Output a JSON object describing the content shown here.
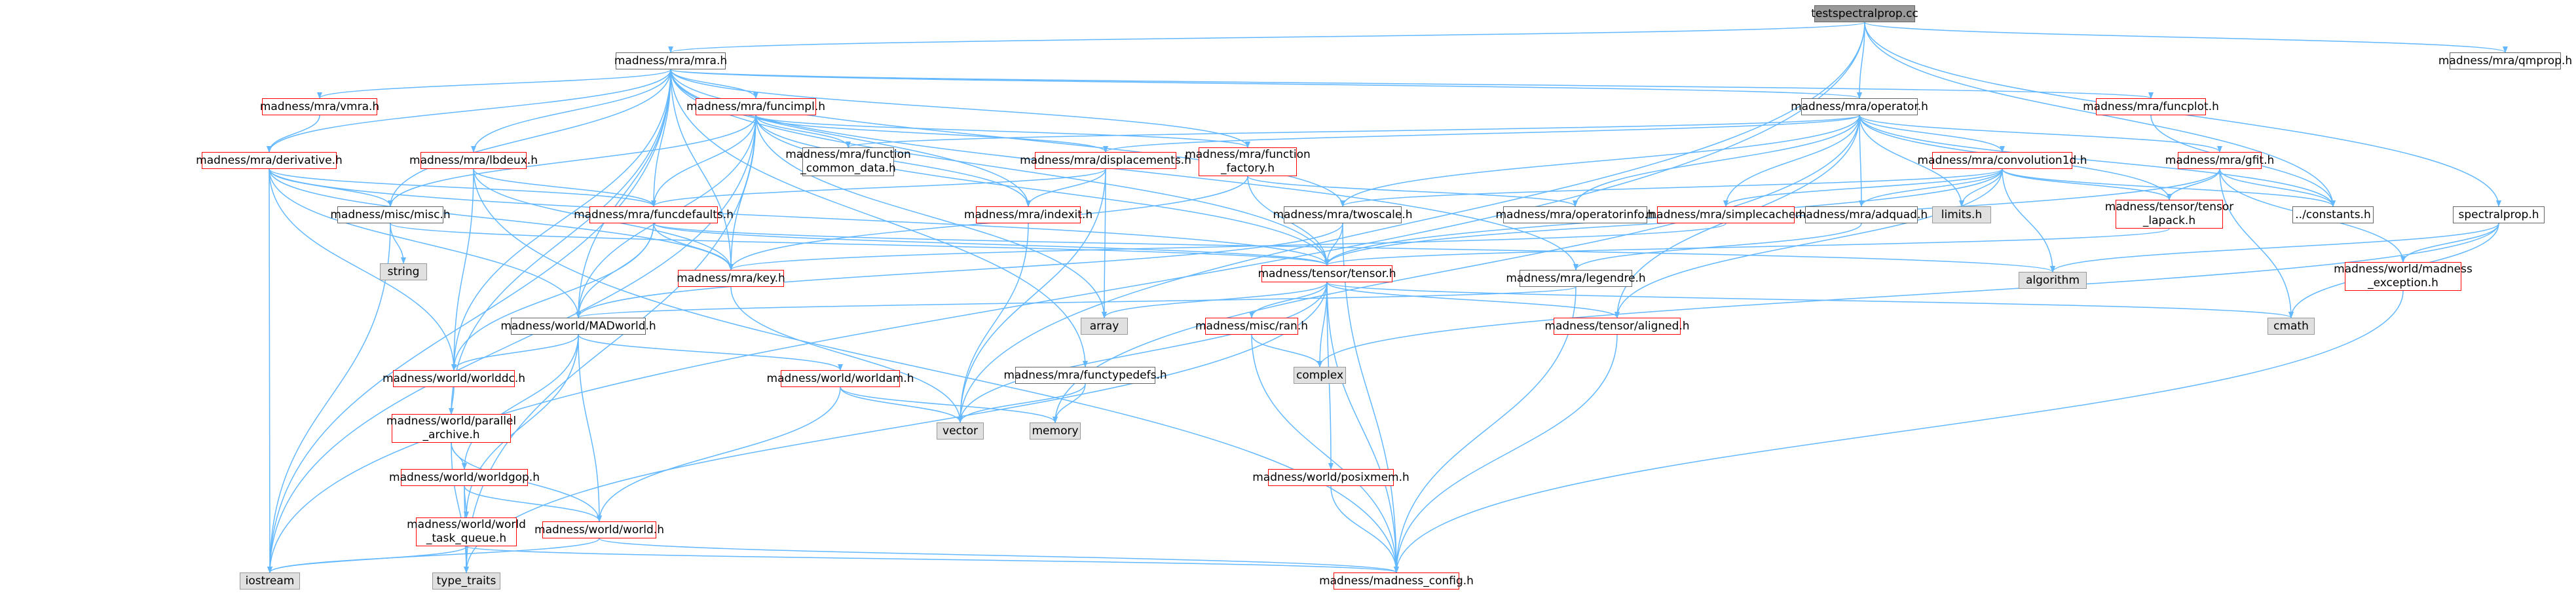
{
  "colors": {
    "edge": "#63b8ff",
    "incomplete_border": "#ff0000",
    "documented_border": "#666666",
    "system_fill": "#e0e0e0",
    "root_fill": "#999999"
  },
  "graph": {
    "nodes": [
      {
        "id": "root",
        "label": "testspectralprop.cc",
        "kind": "root"
      },
      {
        "id": "mra",
        "label": "madness/mra/mra.h",
        "kind": "doc"
      },
      {
        "id": "qmprop",
        "label": "madness/mra/qmprop.h",
        "kind": "doc"
      },
      {
        "id": "vmra",
        "label": "madness/mra/vmra.h",
        "kind": "inc"
      },
      {
        "id": "funcimpl",
        "label": "madness/mra/funcimpl.h",
        "kind": "inc"
      },
      {
        "id": "operator",
        "label": "madness/mra/operator.h",
        "kind": "doc"
      },
      {
        "id": "funcplot",
        "label": "madness/mra/funcplot.h",
        "kind": "inc"
      },
      {
        "id": "derivative",
        "label": "madness/mra/derivative.h",
        "kind": "inc"
      },
      {
        "id": "lbdeux",
        "label": "madness/mra/lbdeux.h",
        "kind": "inc"
      },
      {
        "id": "common",
        "label": "madness/mra/function\n_common_data.h",
        "kind": "doc"
      },
      {
        "id": "displacements",
        "label": "madness/mra/displacements.h",
        "kind": "inc"
      },
      {
        "id": "factory",
        "label": "madness/mra/function\n_factory.h",
        "kind": "inc"
      },
      {
        "id": "conv1d",
        "label": "madness/mra/convolution1d.h",
        "kind": "inc"
      },
      {
        "id": "gfit",
        "label": "madness/mra/gfit.h",
        "kind": "inc"
      },
      {
        "id": "misc",
        "label": "madness/misc/misc.h",
        "kind": "doc"
      },
      {
        "id": "funcdefaults",
        "label": "madness/mra/funcdefaults.h",
        "kind": "inc"
      },
      {
        "id": "indexit",
        "label": "madness/mra/indexit.h",
        "kind": "inc"
      },
      {
        "id": "twoscale",
        "label": "madness/mra/twoscale.h",
        "kind": "doc"
      },
      {
        "id": "opinfo",
        "label": "madness/mra/operatorinfo.h",
        "kind": "doc"
      },
      {
        "id": "simplecache",
        "label": "madness/mra/simplecache.h",
        "kind": "inc"
      },
      {
        "id": "adquad",
        "label": "madness/mra/adquad.h",
        "kind": "doc"
      },
      {
        "id": "limits",
        "label": "limits.h",
        "kind": "sys"
      },
      {
        "id": "lapack",
        "label": "madness/tensor/tensor\n_lapack.h",
        "kind": "inc"
      },
      {
        "id": "constants",
        "label": "../constants.h",
        "kind": "doc"
      },
      {
        "id": "spectralprop",
        "label": "spectralprop.h",
        "kind": "doc"
      },
      {
        "id": "string",
        "label": "string",
        "kind": "sys"
      },
      {
        "id": "key",
        "label": "madness/mra/key.h",
        "kind": "inc"
      },
      {
        "id": "tensor",
        "label": "madness/tensor/tensor.h",
        "kind": "inc"
      },
      {
        "id": "legendre",
        "label": "madness/mra/legendre.h",
        "kind": "doc"
      },
      {
        "id": "algorithm",
        "label": "algorithm",
        "kind": "sys"
      },
      {
        "id": "madexc",
        "label": "madness/world/madness\n_exception.h",
        "kind": "inc"
      },
      {
        "id": "madworld",
        "label": "madness/world/MADworld.h",
        "kind": "doc"
      },
      {
        "id": "array",
        "label": "array",
        "kind": "sys"
      },
      {
        "id": "ran",
        "label": "madness/misc/ran.h",
        "kind": "inc"
      },
      {
        "id": "aligned",
        "label": "madness/tensor/aligned.h",
        "kind": "inc"
      },
      {
        "id": "cmath",
        "label": "cmath",
        "kind": "sys"
      },
      {
        "id": "worlddc",
        "label": "madness/world/worlddc.h",
        "kind": "inc"
      },
      {
        "id": "worldam",
        "label": "madness/world/worldam.h",
        "kind": "inc"
      },
      {
        "id": "functypedefs",
        "label": "madness/mra/functypedefs.h",
        "kind": "doc"
      },
      {
        "id": "complex",
        "label": "complex",
        "kind": "sys"
      },
      {
        "id": "vector",
        "label": "vector",
        "kind": "sys"
      },
      {
        "id": "memory",
        "label": "memory",
        "kind": "sys"
      },
      {
        "id": "parallel",
        "label": "madness/world/parallel\n_archive.h",
        "kind": "inc"
      },
      {
        "id": "worldgop",
        "label": "madness/world/worldgop.h",
        "kind": "inc"
      },
      {
        "id": "posixmem",
        "label": "madness/world/posixmem.h",
        "kind": "inc"
      },
      {
        "id": "taskq",
        "label": "madness/world/world\n_task_queue.h",
        "kind": "inc"
      },
      {
        "id": "world",
        "label": "madness/world/world.h",
        "kind": "inc"
      },
      {
        "id": "iostream",
        "label": "iostream",
        "kind": "sys"
      },
      {
        "id": "typetraits",
        "label": "type_traits",
        "kind": "sys"
      },
      {
        "id": "config",
        "label": "madness/madness_config.h",
        "kind": "inc"
      }
    ],
    "edges": [
      [
        "root",
        "mra"
      ],
      [
        "root",
        "qmprop"
      ],
      [
        "root",
        "operator"
      ],
      [
        "root",
        "constants"
      ],
      [
        "root",
        "spectralprop"
      ],
      [
        "root",
        "iostream"
      ],
      [
        "root",
        "vector"
      ],
      [
        "mra",
        "vmra"
      ],
      [
        "mra",
        "funcimpl"
      ],
      [
        "mra",
        "operator"
      ],
      [
        "mra",
        "funcplot"
      ],
      [
        "mra",
        "derivative"
      ],
      [
        "mra",
        "lbdeux"
      ],
      [
        "mra",
        "misc"
      ],
      [
        "mra",
        "funcdefaults"
      ],
      [
        "mra",
        "key"
      ],
      [
        "mra",
        "indexit"
      ],
      [
        "mra",
        "factory"
      ],
      [
        "mra",
        "twoscale"
      ],
      [
        "mra",
        "legendre"
      ],
      [
        "mra",
        "tensor"
      ],
      [
        "mra",
        "functypedefs"
      ],
      [
        "mra",
        "madworld"
      ],
      [
        "mra",
        "worlddc"
      ],
      [
        "mra",
        "parallel"
      ],
      [
        "mra",
        "iostream"
      ],
      [
        "vmra",
        "derivative"
      ],
      [
        "funcimpl",
        "common"
      ],
      [
        "funcimpl",
        "displacements"
      ],
      [
        "funcimpl",
        "factory"
      ],
      [
        "funcimpl",
        "funcdefaults"
      ],
      [
        "funcimpl",
        "indexit"
      ],
      [
        "funcimpl",
        "key"
      ],
      [
        "funcimpl",
        "misc"
      ],
      [
        "funcimpl",
        "tensor"
      ],
      [
        "funcimpl",
        "madworld"
      ],
      [
        "funcimpl",
        "array"
      ],
      [
        "funcimpl",
        "iostream"
      ],
      [
        "funcimpl",
        "typetraits"
      ],
      [
        "operator",
        "displacements"
      ],
      [
        "operator",
        "conv1d"
      ],
      [
        "operator",
        "gfit"
      ],
      [
        "operator",
        "opinfo"
      ],
      [
        "operator",
        "simplecache"
      ],
      [
        "operator",
        "adquad"
      ],
      [
        "operator",
        "limits"
      ],
      [
        "operator",
        "lapack"
      ],
      [
        "operator",
        "constants"
      ],
      [
        "operator",
        "common"
      ],
      [
        "operator",
        "twoscale"
      ],
      [
        "operator",
        "memory"
      ],
      [
        "operator",
        "aligned"
      ],
      [
        "funcplot",
        "constants"
      ],
      [
        "derivative",
        "misc"
      ],
      [
        "derivative",
        "funcdefaults"
      ],
      [
        "derivative",
        "tensor"
      ],
      [
        "derivative",
        "madworld"
      ],
      [
        "derivative",
        "worlddc"
      ],
      [
        "derivative",
        "iostream"
      ],
      [
        "derivative",
        "key"
      ],
      [
        "lbdeux",
        "funcdefaults"
      ],
      [
        "lbdeux",
        "key"
      ],
      [
        "lbdeux",
        "worlddc"
      ],
      [
        "lbdeux",
        "config"
      ],
      [
        "displacements",
        "funcdefaults"
      ],
      [
        "displacements",
        "indexit"
      ],
      [
        "displacements",
        "array"
      ],
      [
        "displacements",
        "vector"
      ],
      [
        "factory",
        "opinfo"
      ],
      [
        "factory",
        "key"
      ],
      [
        "factory",
        "tensor"
      ],
      [
        "conv1d",
        "twoscale"
      ],
      [
        "conv1d",
        "simplecache"
      ],
      [
        "conv1d",
        "adquad"
      ],
      [
        "conv1d",
        "lapack"
      ],
      [
        "conv1d",
        "constants"
      ],
      [
        "conv1d",
        "limits"
      ],
      [
        "conv1d",
        "algorithm"
      ],
      [
        "conv1d",
        "aligned"
      ],
      [
        "conv1d",
        "tensor"
      ],
      [
        "gfit",
        "lapack"
      ],
      [
        "gfit",
        "madexc"
      ],
      [
        "gfit",
        "constants"
      ],
      [
        "gfit",
        "cmath"
      ],
      [
        "gfit",
        "tensor"
      ],
      [
        "misc",
        "string"
      ],
      [
        "misc",
        "iostream"
      ],
      [
        "misc",
        "tensor"
      ],
      [
        "funcdefaults",
        "key"
      ],
      [
        "funcdefaults",
        "tensor"
      ],
      [
        "funcdefaults",
        "madworld"
      ],
      [
        "funcdefaults",
        "worlddc"
      ],
      [
        "funcdefaults",
        "algorithm"
      ],
      [
        "indexit",
        "vector"
      ],
      [
        "twoscale",
        "tensor"
      ],
      [
        "twoscale",
        "madworld"
      ],
      [
        "twoscale",
        "config"
      ],
      [
        "simplecache",
        "key"
      ],
      [
        "adquad",
        "legendre"
      ],
      [
        "lapack",
        "tensor"
      ],
      [
        "spectralprop",
        "madexc"
      ],
      [
        "spectralprop",
        "cmath"
      ],
      [
        "spectralprop",
        "complex"
      ],
      [
        "spectralprop",
        "algorithm"
      ],
      [
        "key",
        "vector"
      ],
      [
        "tensor",
        "array"
      ],
      [
        "tensor",
        "ran"
      ],
      [
        "tensor",
        "aligned"
      ],
      [
        "tensor",
        "cmath"
      ],
      [
        "tensor",
        "complex"
      ],
      [
        "tensor",
        "vector"
      ],
      [
        "tensor",
        "posixmem"
      ],
      [
        "tensor",
        "config"
      ],
      [
        "tensor",
        "typetraits"
      ],
      [
        "legendre",
        "madworld"
      ],
      [
        "legendre",
        "config"
      ],
      [
        "madexc",
        "config"
      ],
      [
        "madworld",
        "worlddc"
      ],
      [
        "madworld",
        "worldam"
      ],
      [
        "madworld",
        "world"
      ],
      [
        "madworld",
        "worldgop"
      ],
      [
        "madworld",
        "taskq"
      ],
      [
        "ran",
        "complex"
      ],
      [
        "ran",
        "config"
      ],
      [
        "aligned",
        "config"
      ],
      [
        "worlddc",
        "parallel"
      ],
      [
        "worldam",
        "vector"
      ],
      [
        "worldam",
        "memory"
      ],
      [
        "worldam",
        "world"
      ],
      [
        "functypedefs",
        "vector"
      ],
      [
        "functypedefs",
        "memory"
      ],
      [
        "parallel",
        "worldgop"
      ],
      [
        "parallel",
        "world"
      ],
      [
        "parallel",
        "typetraits"
      ],
      [
        "worldgop",
        "taskq"
      ],
      [
        "worldgop",
        "world"
      ],
      [
        "worldgop",
        "typetraits"
      ],
      [
        "posixmem",
        "config"
      ],
      [
        "taskq",
        "iostream"
      ],
      [
        "taskq",
        "typetraits"
      ],
      [
        "taskq",
        "config"
      ],
      [
        "world",
        "iostream"
      ],
      [
        "world",
        "config"
      ]
    ]
  }
}
